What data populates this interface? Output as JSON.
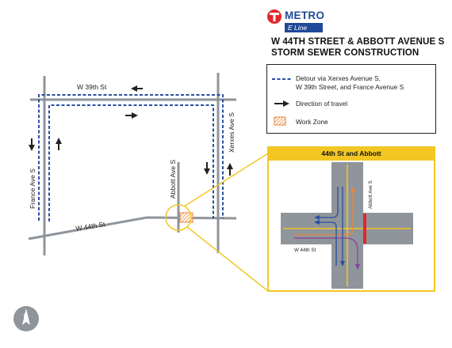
{
  "brand": {
    "name": "METRO",
    "line": "E Line"
  },
  "title": {
    "line1": "W 44TH STREET & ABBOTT AVENUE S",
    "line2": "STORM SEWER CONSTRUCTION"
  },
  "legend": {
    "detour_line1": "Detour via Xerxes Avenue S,",
    "detour_line2": "W 39th Street, and France Avenue S",
    "direction": "Direction of travel",
    "work_zone": "Work Zone"
  },
  "streets": {
    "w39": "W 39th St",
    "w44": "W 44th St",
    "france": "France Ave S",
    "xerxes": "Xerxes Ave S",
    "abbott": "Abbott Ave S"
  },
  "inset": {
    "title": "44th St and Abbott",
    "abbott_label": "Abbott Ave S",
    "w44_label": "W 44th St"
  },
  "colors": {
    "metro_blue": "#1f4a99",
    "metro_red": "#e3262b",
    "detour": "#2a4ea3",
    "zoom_yellow": "#f3c623",
    "work_zone": "#e8833a",
    "road": "#8f959a"
  },
  "icons": {
    "compass": "north-arrow-icon",
    "logo": "metro-t-icon"
  }
}
